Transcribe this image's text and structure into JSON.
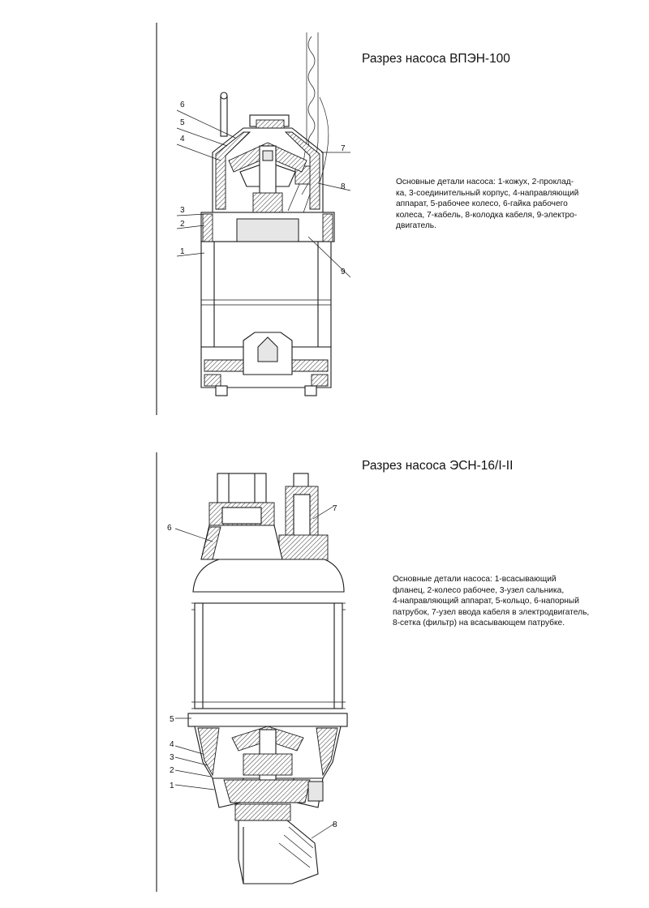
{
  "pump1": {
    "title": "Разрез насоса ВПЭН-100",
    "description": "Основные детали насоса: 1-кожух, 2-проклад-\nка, 3-соединительный корпус, 4-направляющий\nаппарат, 5-рабочее колесо, 6-гайка рабочего\nколеса, 7-кабель, 8-колодка кабеля, 9-электро-\nдвигатель.",
    "callouts": [
      "1",
      "2",
      "3",
      "4",
      "5",
      "6",
      "7",
      "8",
      "9"
    ]
  },
  "pump2": {
    "title": "Разрез насоса ЭСН-16/I-II",
    "description": "Основные детали насоса: 1-всасывающий\nфланец, 2-колесо рабочее, 3-узел сальника,\n4-направляющий аппарат, 5-кольцо, 6-напорный\nпатрубок, 7-узел ввода кабеля в электродвигатель,\n8-сетка (фильтр) на всасывающем патрубке.",
    "callouts": [
      "1",
      "2",
      "3",
      "4",
      "5",
      "6",
      "7",
      "8"
    ]
  }
}
